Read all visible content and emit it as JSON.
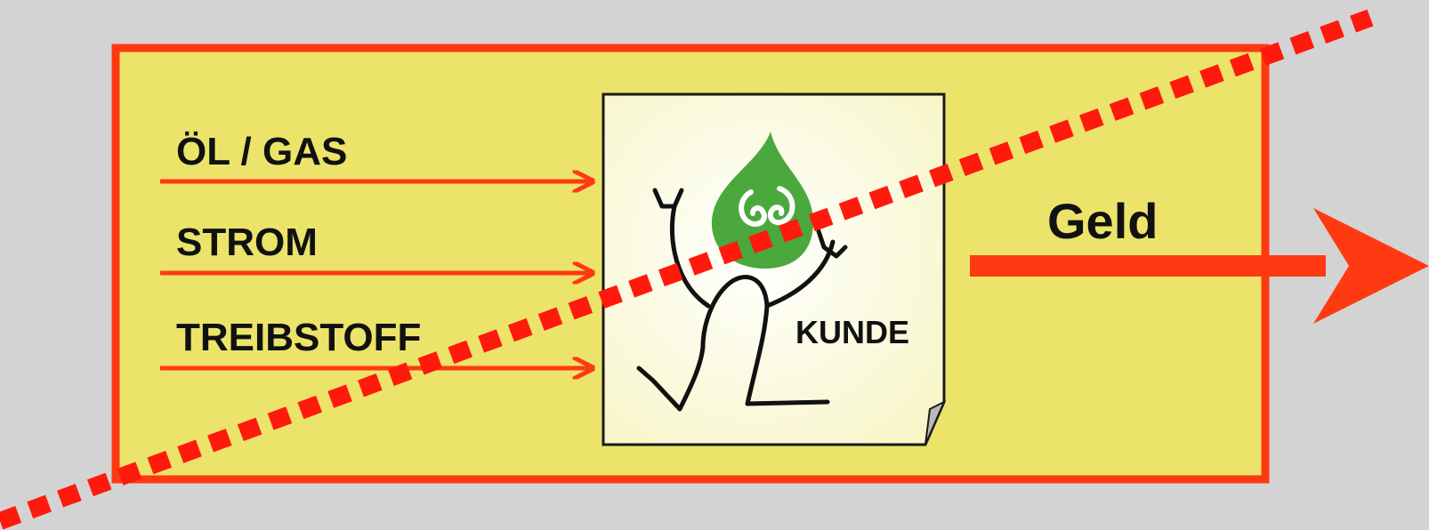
{
  "inputs": [
    {
      "label": "ÖL / GAS"
    },
    {
      "label": "STROM"
    },
    {
      "label": "TREIBSTOFF"
    }
  ],
  "customer": {
    "label": "KUNDE",
    "icon": "dancing-figure-with-green-drop-icon"
  },
  "output": {
    "label": "Geld"
  },
  "colors": {
    "background": "#d3d3d3",
    "panel": "#ece46a",
    "accent": "#ff3a12",
    "card": "#fdfcd8",
    "drop": "#4aa83c"
  }
}
